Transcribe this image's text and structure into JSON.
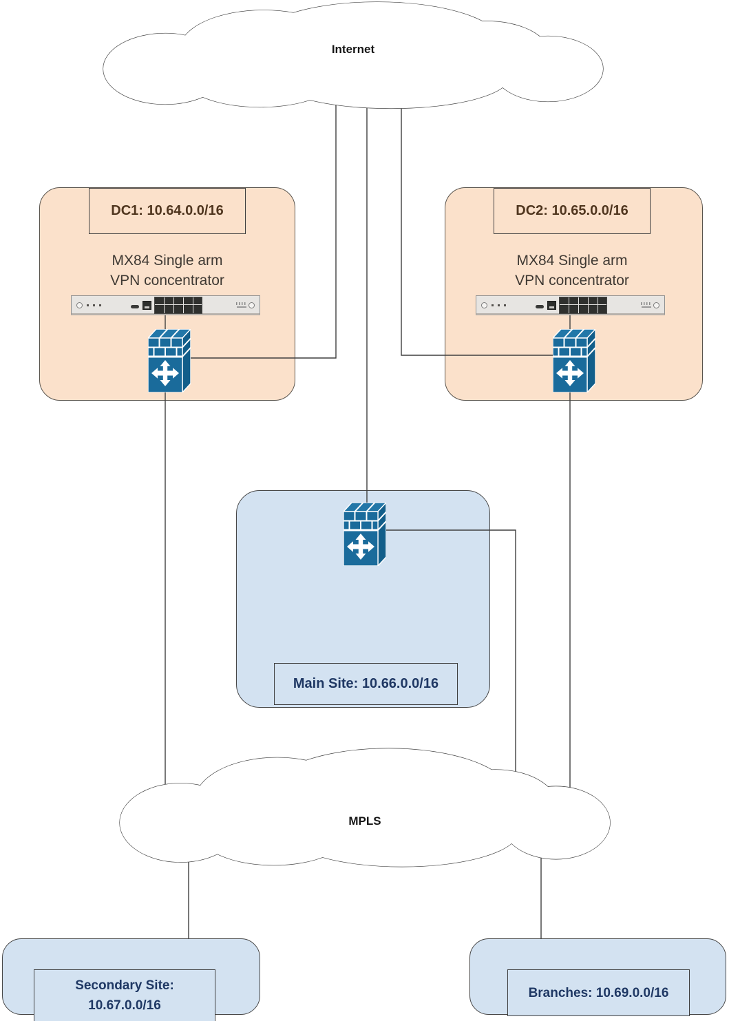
{
  "diagram": {
    "internet": {
      "label": "Internet"
    },
    "mpls": {
      "label": "MPLS"
    },
    "dc1": {
      "title": "DC1: 10.64.0.0/16",
      "desc_line1": "MX84 Single arm",
      "desc_line2": "VPN concentrator"
    },
    "dc2": {
      "title": "DC2: 10.65.0.0/16",
      "desc_line1": "MX84 Single arm",
      "desc_line2": "VPN concentrator"
    },
    "main_site": {
      "label": "Main Site: 10.66.0.0/16"
    },
    "secondary_site": {
      "label_line1": "Secondary Site:",
      "label_line2": "10.67.0.0/16"
    },
    "branches": {
      "label": "Branches: 10.69.0.0/16"
    }
  },
  "icons": {
    "firewall": "firewall-router-icon",
    "appliance": "mx84-appliance",
    "cloud": "network-cloud"
  },
  "colors": {
    "dc_fill": "#FBE1CB",
    "site_fill": "#D3E2F1",
    "firewall_blue": "#1A6B9B",
    "navy_text": "#1F3864",
    "brown_text": "#50361F",
    "desc_text": "#3F3933",
    "line": "#3F3F3F"
  }
}
